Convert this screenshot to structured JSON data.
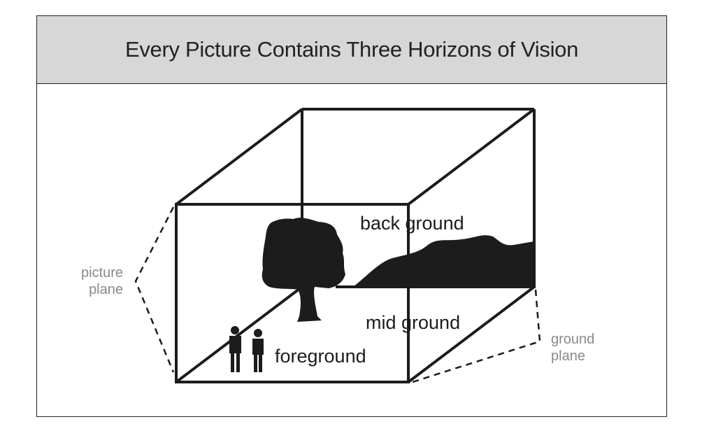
{
  "title": "Every Picture Contains Three Horizons of Vision",
  "labels": {
    "background": "back ground",
    "midground": "mid ground",
    "foreground": "foreground",
    "picture_plane": [
      "picture",
      "plane"
    ],
    "ground_plane": [
      "ground",
      "plane"
    ]
  },
  "colors": {
    "header_bg": "#d7d7d7",
    "ink": "#1c1c1c",
    "annotation": "#8a8a8a"
  }
}
